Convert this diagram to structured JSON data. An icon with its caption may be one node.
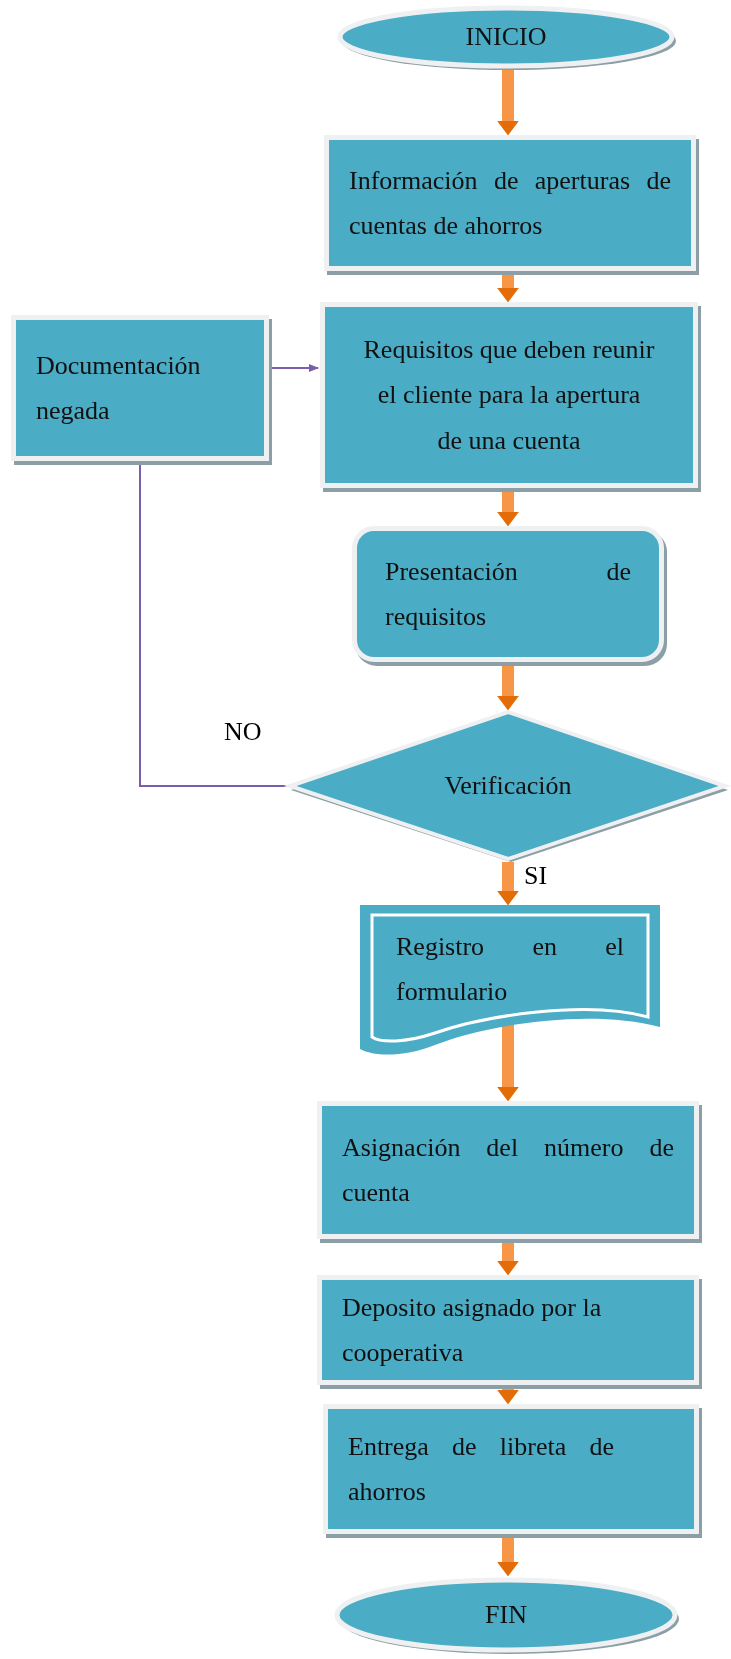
{
  "diagram": {
    "nodes": [
      {
        "text": [
          "INICIO"
        ]
      },
      {
        "text": [
          "Información de aperturas de cuentas de ahorros"
        ]
      },
      {
        "text": [
          "Documentación negada"
        ]
      },
      {
        "text": [
          "Requisitos que deben reunir el cliente para la apertura de una cuenta"
        ]
      },
      {
        "text": [
          "Presentación de requisitos"
        ]
      },
      {
        "text": [
          "Verificación"
        ]
      },
      {
        "text": [
          "Registro en el formulario"
        ]
      },
      {
        "text": [
          "Asignación del número de cuenta"
        ]
      },
      {
        "text": [
          "Deposito asignado por la cooperativa"
        ]
      },
      {
        "text": [
          "Entrega de libreta de ahorros"
        ]
      },
      {
        "text": [
          "FIN"
        ]
      }
    ],
    "edges": [
      {
        "from": 0,
        "to": 1,
        "arrow": "to"
      },
      {
        "from": 1,
        "to": 3,
        "arrow": "to"
      },
      {
        "from": 2,
        "to": 3,
        "arrow": "to",
        "color": "#7b5ea7"
      },
      {
        "from": 3,
        "to": 4,
        "arrow": "to"
      },
      {
        "from": 4,
        "to": 5,
        "arrow": "to"
      },
      {
        "from": 5,
        "to": 2,
        "arrow": "none",
        "label": "NO",
        "color": "#7b5ea7"
      },
      {
        "from": 5,
        "to": 6,
        "arrow": "to",
        "label": "SI"
      },
      {
        "from": 6,
        "to": 7,
        "arrow": "to"
      },
      {
        "from": 7,
        "to": 8,
        "arrow": "to"
      },
      {
        "from": 8,
        "to": 9,
        "arrow": "to"
      },
      {
        "from": 9,
        "to": 10,
        "arrow": "to"
      }
    ]
  }
}
